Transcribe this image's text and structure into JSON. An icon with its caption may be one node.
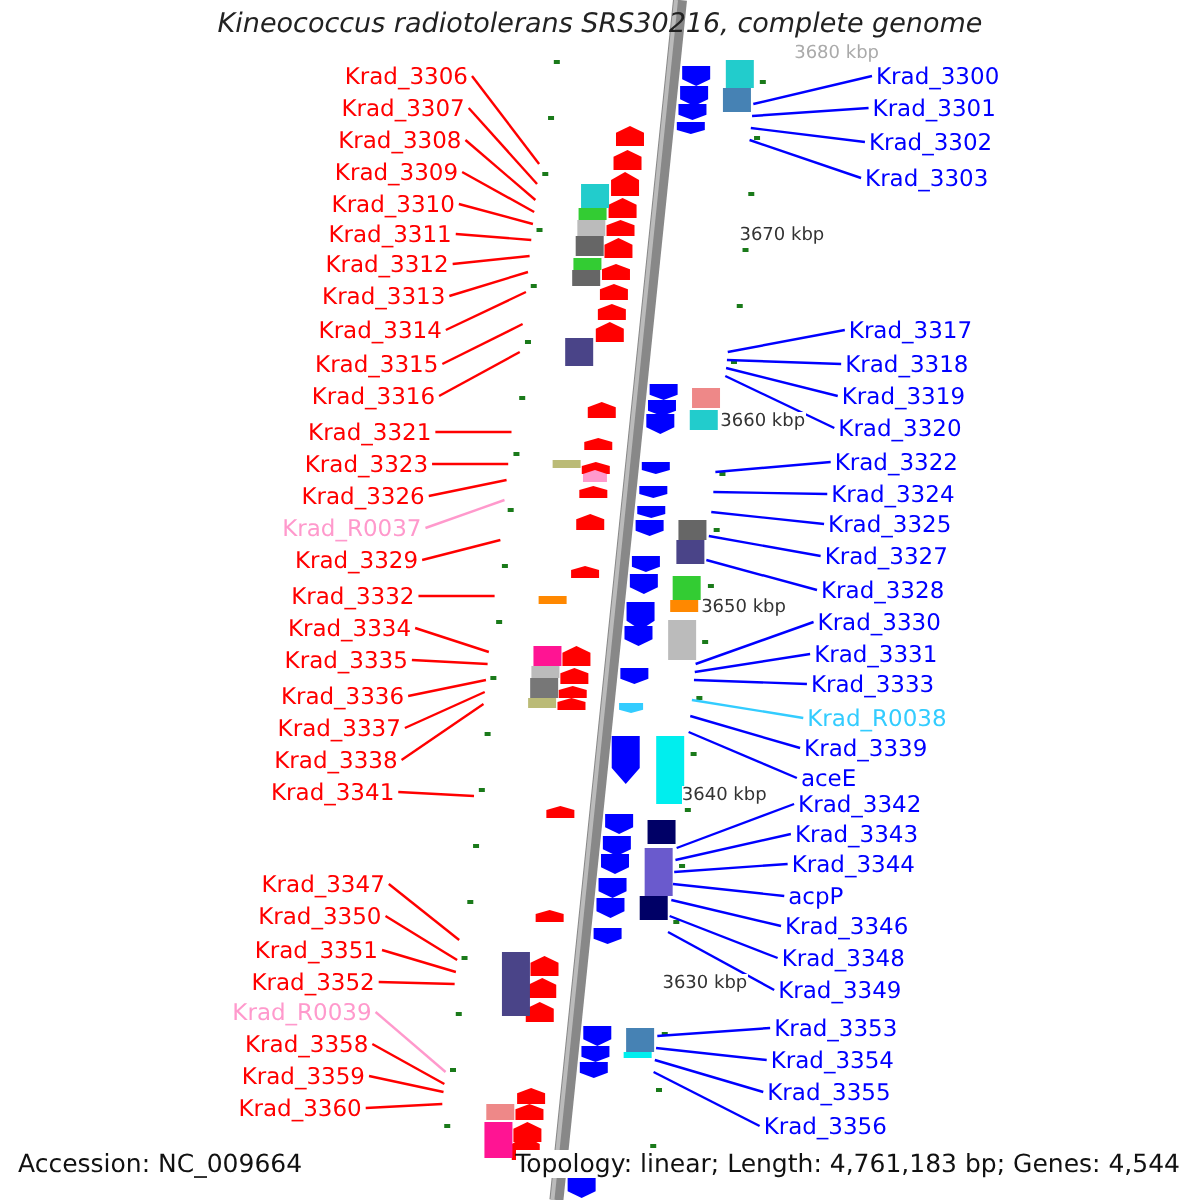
{
  "diagram": {
    "title": "Kineococcus radiotolerans SRS30216, complete genome",
    "nodes": [
      {
        "text": [
          "Krad_3306"
        ]
      },
      {
        "text": [
          "Krad_3307"
        ]
      },
      {
        "text": [
          "Krad_3308"
        ]
      },
      {
        "text": [
          "Krad_3309"
        ]
      },
      {
        "text": [
          "Krad_3310"
        ]
      },
      {
        "text": [
          "Krad_3311"
        ]
      },
      {
        "text": [
          "Krad_3312"
        ]
      },
      {
        "text": [
          "Krad_3313"
        ]
      },
      {
        "text": [
          "Krad_3314"
        ]
      },
      {
        "text": [
          "Krad_3315"
        ]
      },
      {
        "text": [
          "Krad_3316"
        ]
      },
      {
        "text": [
          "Krad_3321"
        ]
      },
      {
        "text": [
          "Krad_3323"
        ]
      },
      {
        "text": [
          "Krad_3326"
        ]
      },
      {
        "text": [
          "Krad_R0037"
        ]
      },
      {
        "text": [
          "Krad_3329"
        ]
      },
      {
        "text": [
          "Krad_3332"
        ]
      },
      {
        "text": [
          "Krad_3334"
        ]
      },
      {
        "text": [
          "Krad_3335"
        ]
      },
      {
        "text": [
          "Krad_3336"
        ]
      },
      {
        "text": [
          "Krad_3337"
        ]
      },
      {
        "text": [
          "Krad_3338"
        ]
      },
      {
        "text": [
          "Krad_3341"
        ]
      },
      {
        "text": [
          "Krad_3347"
        ]
      },
      {
        "text": [
          "Krad_3350"
        ]
      },
      {
        "text": [
          "Krad_3351"
        ]
      },
      {
        "text": [
          "Krad_3352"
        ]
      },
      {
        "text": [
          "Krad_R0039"
        ]
      },
      {
        "text": [
          "Krad_3358"
        ]
      },
      {
        "text": [
          "Krad_3359"
        ]
      },
      {
        "text": [
          "Krad_3360"
        ]
      },
      {
        "text": [
          "Krad_3300"
        ]
      },
      {
        "text": [
          "Krad_3301"
        ]
      },
      {
        "text": [
          "Krad_3302"
        ]
      },
      {
        "text": [
          "Krad_3303"
        ]
      },
      {
        "text": [
          "Krad_3317"
        ]
      },
      {
        "text": [
          "Krad_3318"
        ]
      },
      {
        "text": [
          "Krad_3319"
        ]
      },
      {
        "text": [
          "Krad_3320"
        ]
      },
      {
        "text": [
          "Krad_3322"
        ]
      },
      {
        "text": [
          "Krad_3324"
        ]
      },
      {
        "text": [
          "Krad_3325"
        ]
      },
      {
        "text": [
          "Krad_3327"
        ]
      },
      {
        "text": [
          "Krad_3328"
        ]
      },
      {
        "text": [
          "Krad_3330"
        ]
      },
      {
        "text": [
          "Krad_3331"
        ]
      },
      {
        "text": [
          "Krad_3333"
        ]
      },
      {
        "text": [
          "Krad_R0038"
        ]
      },
      {
        "text": [
          "Krad_3339"
        ]
      },
      {
        "text": [
          "aceE"
        ]
      },
      {
        "text": [
          "Krad_3342"
        ]
      },
      {
        "text": [
          "Krad_3343"
        ]
      },
      {
        "text": [
          "Krad_3344"
        ]
      },
      {
        "text": [
          "acpP"
        ]
      },
      {
        "text": [
          "Krad_3346"
        ]
      },
      {
        "text": [
          "Krad_3348"
        ]
      },
      {
        "text": [
          "Krad_3349"
        ]
      },
      {
        "text": [
          "Krad_3353"
        ]
      },
      {
        "text": [
          "Krad_3354"
        ]
      },
      {
        "text": [
          "Krad_3355"
        ]
      },
      {
        "text": [
          "Krad_3356"
        ]
      }
    ],
    "edges": [
      {
        "from": 0,
        "to": null,
        "arrow": "none"
      },
      {
        "from": 1,
        "to": null,
        "arrow": "none"
      },
      {
        "from": 2,
        "to": null,
        "arrow": "none"
      },
      {
        "from": 3,
        "to": null,
        "arrow": "none"
      },
      {
        "from": 4,
        "to": null,
        "arrow": "none"
      },
      {
        "from": 5,
        "to": null,
        "arrow": "none"
      },
      {
        "from": 6,
        "to": null,
        "arrow": "none"
      },
      {
        "from": 7,
        "to": null,
        "arrow": "none"
      },
      {
        "from": 8,
        "to": null,
        "arrow": "none"
      },
      {
        "from": 9,
        "to": null,
        "arrow": "none"
      },
      {
        "from": 10,
        "to": null,
        "arrow": "none"
      },
      {
        "from": 11,
        "to": null,
        "arrow": "none"
      },
      {
        "from": 12,
        "to": null,
        "arrow": "none"
      },
      {
        "from": 13,
        "to": null,
        "arrow": "none"
      },
      {
        "from": 14,
        "to": null,
        "arrow": "none",
        "color": "#ff99cc"
      },
      {
        "from": 15,
        "to": null,
        "arrow": "none"
      },
      {
        "from": 16,
        "to": null,
        "arrow": "none"
      },
      {
        "from": 17,
        "to": null,
        "arrow": "none"
      },
      {
        "from": 18,
        "to": null,
        "arrow": "none"
      },
      {
        "from": 19,
        "to": null,
        "arrow": "none"
      },
      {
        "from": 20,
        "to": null,
        "arrow": "none"
      },
      {
        "from": 21,
        "to": null,
        "arrow": "none"
      },
      {
        "from": 22,
        "to": null,
        "arrow": "none"
      },
      {
        "from": 23,
        "to": null,
        "arrow": "none"
      },
      {
        "from": 24,
        "to": null,
        "arrow": "none"
      },
      {
        "from": 25,
        "to": null,
        "arrow": "none"
      },
      {
        "from": 26,
        "to": null,
        "arrow": "none"
      },
      {
        "from": 27,
        "to": null,
        "arrow": "none",
        "color": "#ff99cc"
      },
      {
        "from": 28,
        "to": null,
        "arrow": "none"
      },
      {
        "from": 29,
        "to": null,
        "arrow": "none"
      },
      {
        "from": 30,
        "to": null,
        "arrow": "none"
      },
      {
        "from": 31,
        "to": null,
        "arrow": "none",
        "color": "#0000ff"
      },
      {
        "from": 32,
        "to": null,
        "arrow": "none",
        "color": "#0000ff"
      },
      {
        "from": 33,
        "to": null,
        "arrow": "none",
        "color": "#0000ff"
      },
      {
        "from": 34,
        "to": null,
        "arrow": "none",
        "color": "#0000ff"
      },
      {
        "from": 35,
        "to": null,
        "arrow": "none",
        "color": "#0000ff"
      },
      {
        "from": 36,
        "to": null,
        "arrow": "none",
        "color": "#0000ff"
      },
      {
        "from": 37,
        "to": null,
        "arrow": "none",
        "color": "#0000ff"
      },
      {
        "from": 38,
        "to": null,
        "arrow": "none",
        "color": "#0000ff"
      },
      {
        "from": 39,
        "to": null,
        "arrow": "none",
        "color": "#0000ff"
      },
      {
        "from": 40,
        "to": null,
        "arrow": "none",
        "color": "#0000ff"
      },
      {
        "from": 41,
        "to": null,
        "arrow": "none",
        "color": "#0000ff"
      },
      {
        "from": 42,
        "to": null,
        "arrow": "none",
        "color": "#0000ff"
      },
      {
        "from": 43,
        "to": null,
        "arrow": "none",
        "color": "#0000ff"
      },
      {
        "from": 44,
        "to": null,
        "arrow": "none",
        "color": "#0000ff"
      },
      {
        "from": 45,
        "to": null,
        "arrow": "none",
        "color": "#0000ff"
      },
      {
        "from": 46,
        "to": null,
        "arrow": "none",
        "color": "#0000ff"
      },
      {
        "from": 47,
        "to": null,
        "arrow": "none",
        "color": "#33ccff"
      },
      {
        "from": 48,
        "to": null,
        "arrow": "none",
        "color": "#0000ff"
      },
      {
        "from": 49,
        "to": null,
        "arrow": "none",
        "color": "#0000ff"
      },
      {
        "from": 50,
        "to": null,
        "arrow": "none",
        "color": "#0000ff"
      },
      {
        "from": 51,
        "to": null,
        "arrow": "none",
        "color": "#0000ff"
      },
      {
        "from": 52,
        "to": null,
        "arrow": "none",
        "color": "#0000ff"
      },
      {
        "from": 53,
        "to": null,
        "arrow": "none",
        "color": "#0000ff"
      },
      {
        "from": 54,
        "to": null,
        "arrow": "none",
        "color": "#0000ff"
      },
      {
        "from": 55,
        "to": null,
        "arrow": "none",
        "color": "#0000ff"
      },
      {
        "from": 56,
        "to": null,
        "arrow": "none",
        "color": "#0000ff"
      },
      {
        "from": 57,
        "to": null,
        "arrow": "none",
        "color": "#0000ff"
      },
      {
        "from": 58,
        "to": null,
        "arrow": "none",
        "color": "#0000ff"
      },
      {
        "from": 59,
        "to": null,
        "arrow": "none",
        "color": "#0000ff"
      },
      {
        "from": 60,
        "to": null,
        "arrow": "none",
        "color": "#0000ff"
      }
    ],
    "labels": [
      "3680 kbp",
      "3670 kbp",
      "3660 kbp",
      "3650 kbp",
      "3640 kbp",
      "3630 kbp",
      "Accession: NC_009664",
      "Topology: linear; Length: 4,761,183 bp; Genes: 4,544"
    ]
  }
}
